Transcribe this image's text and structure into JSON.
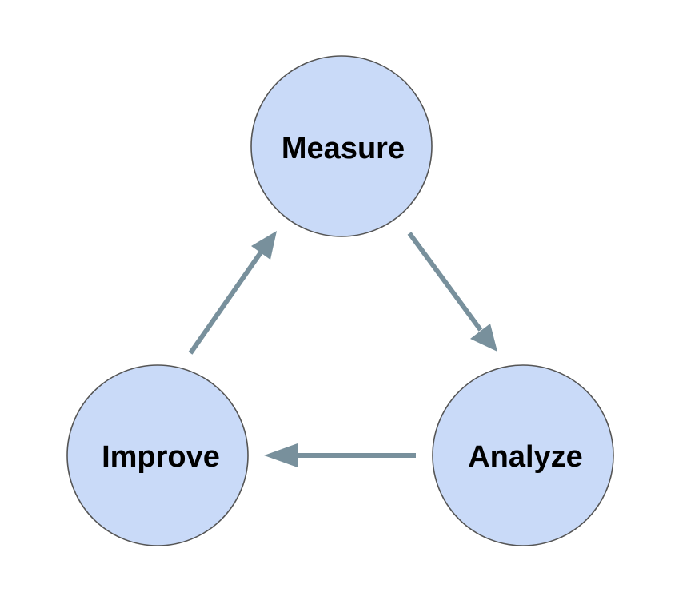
{
  "diagram": {
    "nodes": {
      "measure": {
        "label": "Measure"
      },
      "analyze": {
        "label": "Analyze"
      },
      "improve": {
        "label": "Improve"
      }
    },
    "edges": [
      {
        "from": "measure",
        "to": "analyze"
      },
      {
        "from": "analyze",
        "to": "improve"
      },
      {
        "from": "improve",
        "to": "measure"
      }
    ],
    "colors": {
      "node_fill": "#c9daf8",
      "node_stroke": "#555555",
      "arrow": "#78909c",
      "label": "#000000"
    }
  }
}
